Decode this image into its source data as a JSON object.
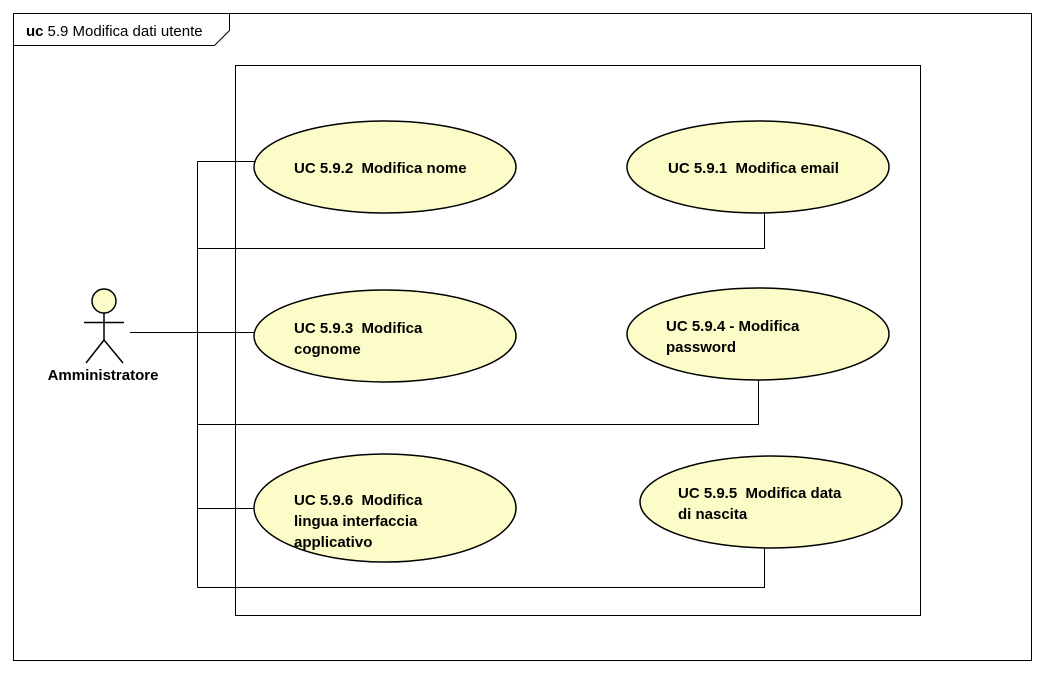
{
  "frame": {
    "keyword": "uc",
    "title": "5.9 Modifica dati utente"
  },
  "actor": {
    "name": "Amministratore"
  },
  "colors": {
    "usecase_fill": "#fcfcc8",
    "stroke": "#000000",
    "background": "#ffffff"
  },
  "use_cases": [
    {
      "id": "uc-5-9-2",
      "lines": [
        "UC 5.9.2  Modifica nome"
      ]
    },
    {
      "id": "uc-5-9-1",
      "lines": [
        "UC 5.9.1  Modifica email"
      ]
    },
    {
      "id": "uc-5-9-3",
      "lines": [
        "UC 5.9.3  Modifica",
        "cognome"
      ]
    },
    {
      "id": "uc-5-9-4",
      "lines": [
        "UC 5.9.4 - Modifica",
        "password"
      ]
    },
    {
      "id": "uc-5-9-6",
      "lines": [
        "UC 5.9.6  Modifica",
        "lingua interfaccia",
        "applicativo"
      ]
    },
    {
      "id": "uc-5-9-5",
      "lines": [
        "UC 5.9.5  Modifica data",
        "di nascita"
      ]
    }
  ]
}
